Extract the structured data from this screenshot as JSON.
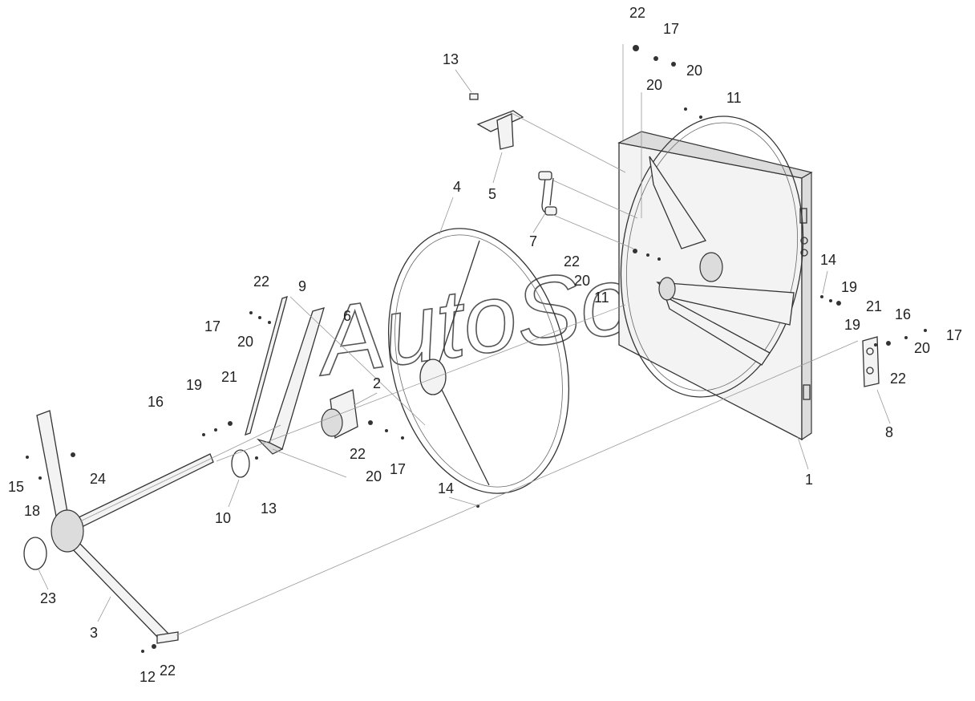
{
  "watermark": "AutoSoft",
  "callouts": [
    {
      "id": "c22-top",
      "text": "22"
    },
    {
      "id": "c17-top",
      "text": "17"
    },
    {
      "id": "c20-top-a",
      "text": "20"
    },
    {
      "id": "c20-top-b",
      "text": "20"
    },
    {
      "id": "c11-top",
      "text": "11"
    },
    {
      "id": "c13-top",
      "text": "13"
    },
    {
      "id": "c5",
      "text": "5"
    },
    {
      "id": "c4",
      "text": "4"
    },
    {
      "id": "c7",
      "text": "7"
    },
    {
      "id": "c22-mid",
      "text": "22"
    },
    {
      "id": "c20-mid",
      "text": "20"
    },
    {
      "id": "c11-mid",
      "text": "11"
    },
    {
      "id": "c14-right",
      "text": "14"
    },
    {
      "id": "c19-right-a",
      "text": "19"
    },
    {
      "id": "c21-right",
      "text": "21"
    },
    {
      "id": "c16-right",
      "text": "16"
    },
    {
      "id": "c19-right-b",
      "text": "19"
    },
    {
      "id": "c17-right",
      "text": "17"
    },
    {
      "id": "c20-right",
      "text": "20"
    },
    {
      "id": "c22-right",
      "text": "22"
    },
    {
      "id": "c8",
      "text": "8"
    },
    {
      "id": "c1",
      "text": "1"
    },
    {
      "id": "c22-left",
      "text": "22"
    },
    {
      "id": "c9",
      "text": "9"
    },
    {
      "id": "c17-left",
      "text": "17"
    },
    {
      "id": "c6",
      "text": "6"
    },
    {
      "id": "c20-left",
      "text": "20"
    },
    {
      "id": "c19-left",
      "text": "19"
    },
    {
      "id": "c21-left",
      "text": "21"
    },
    {
      "id": "c16-left",
      "text": "16"
    },
    {
      "id": "c2",
      "text": "2"
    },
    {
      "id": "c22-center",
      "text": "22"
    },
    {
      "id": "c20-center",
      "text": "20"
    },
    {
      "id": "c17-center",
      "text": "17"
    },
    {
      "id": "c14-bottom",
      "text": "14"
    },
    {
      "id": "c15",
      "text": "15"
    },
    {
      "id": "c24",
      "text": "24"
    },
    {
      "id": "c18",
      "text": "18"
    },
    {
      "id": "c10",
      "text": "10"
    },
    {
      "id": "c13-bottom",
      "text": "13"
    },
    {
      "id": "c23",
      "text": "23"
    },
    {
      "id": "c3",
      "text": "3"
    },
    {
      "id": "c12",
      "text": "12"
    },
    {
      "id": "c22-bottom",
      "text": "22"
    }
  ]
}
